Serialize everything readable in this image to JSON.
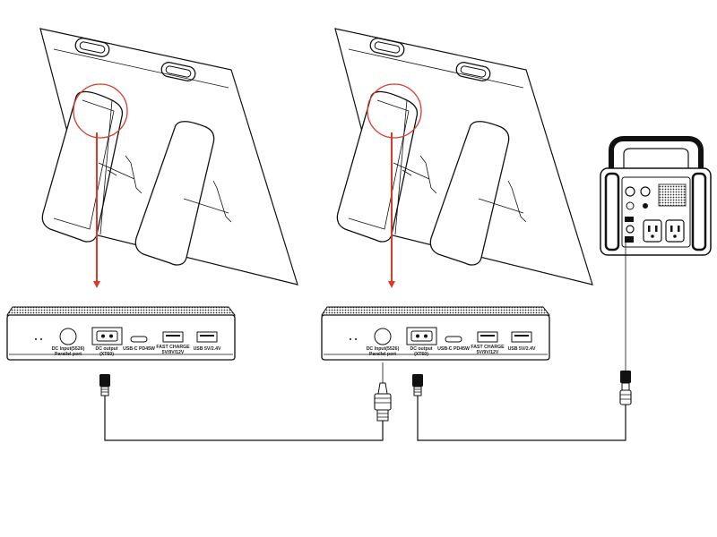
{
  "battery_ports": {
    "dc_input_line1": "DC Input(5526)",
    "dc_input_line2": "Parallel port",
    "dc_output_line1": "DC output",
    "dc_output_line2": "(XT60)",
    "usb_c": "USB-C PD45W",
    "fast_charge_line1": "FAST CHARGE",
    "fast_charge_line2": "5V/9V/12V",
    "usb": "USB 5V/2.4V"
  },
  "colors": {
    "line": "#111111",
    "highlight": "#d93a2b",
    "arrow": "#d93a2b",
    "grille": "#333333"
  },
  "icons": {
    "solar_panel": "solar-panel-icon",
    "battery_pack": "battery-pack-icon",
    "power_station": "power-station-icon",
    "connector": "plug-connector-icon"
  }
}
